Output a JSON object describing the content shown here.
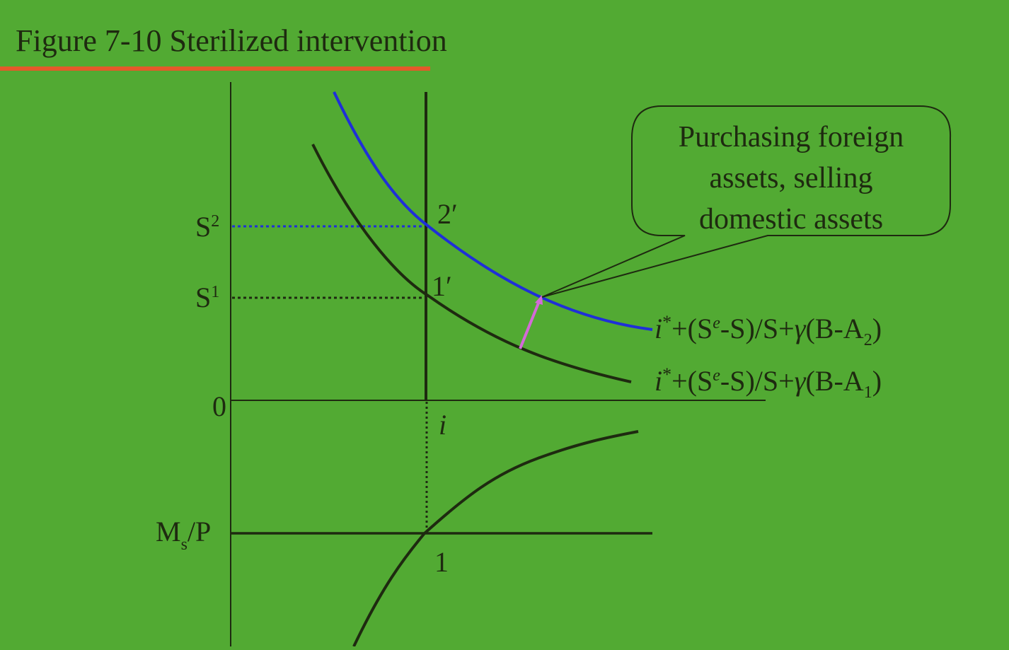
{
  "title": "Figure 7-10 Sterilized intervention",
  "colors": {
    "background": "#52aa33",
    "title_underline": "#e35a2a",
    "axis": "#1e2a10",
    "curve_dark": "#1e2a10",
    "curve_blue": "#1f2fd8",
    "shift_arrow": "#d46ad8"
  },
  "axis_labels": {
    "s2_base": "S",
    "s2_sup": "2",
    "s1_base": "S",
    "s1_sup": "1",
    "origin": "0",
    "interest": "i",
    "money_base": "M",
    "money_sub": "s",
    "money_rest": "/P"
  },
  "point_labels": {
    "p2prime": "2′",
    "p1prime": "1′",
    "p1": "1"
  },
  "callout": {
    "lines": [
      "Purchasing foreign",
      "assets, selling",
      "domestic assets"
    ]
  },
  "curve_labels": {
    "upper": {
      "i": "i",
      "star": "*",
      "part1": "+(S",
      "e": "e",
      "part2": "-S)/S+",
      "gamma": "γ",
      "part3": "(B-A",
      "sub": "2",
      "close": ")"
    },
    "lower": {
      "i": "i",
      "star": "*",
      "part1": "+(S",
      "e": "e",
      "part2": "-S)/S+",
      "gamma": "γ",
      "part3": "(B-A",
      "sub": "1",
      "close": ")"
    }
  }
}
